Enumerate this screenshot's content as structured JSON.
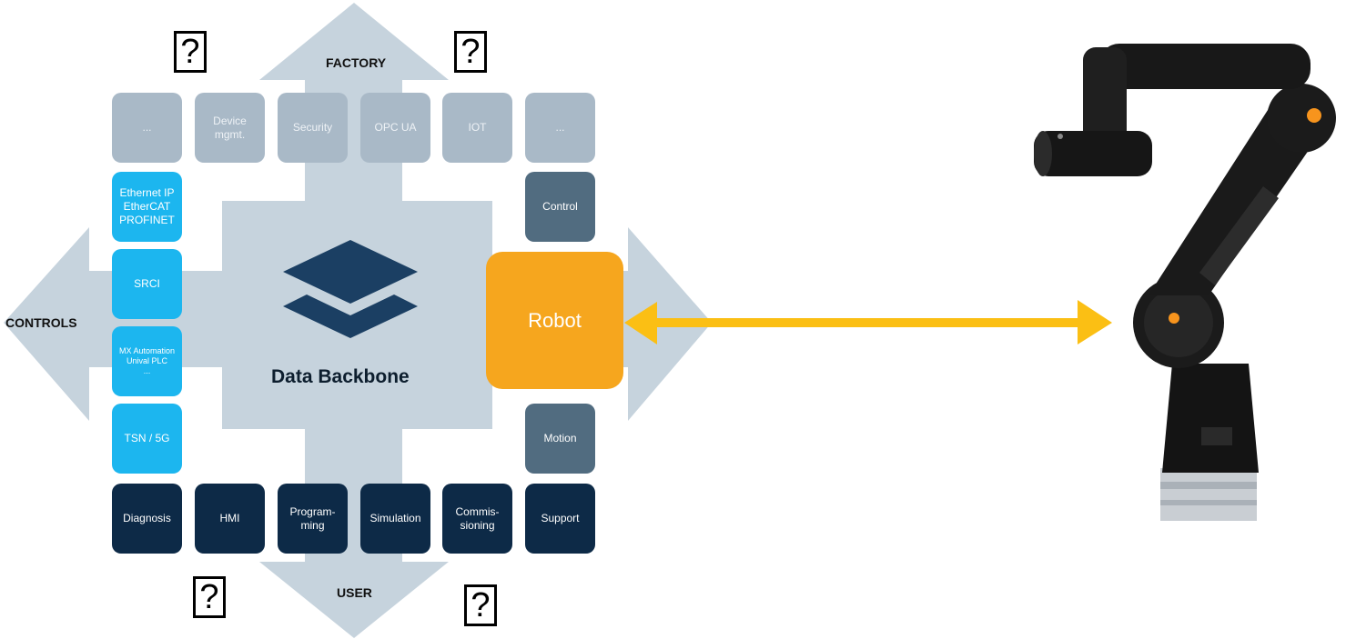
{
  "arrows": {
    "factory_label": "FACTORY",
    "controls_label": "CONTROLS",
    "user_label": "USER"
  },
  "backbone": {
    "title": "Data Backbone"
  },
  "robot": {
    "label": "Robot"
  },
  "question_marks": [
    "?",
    "?",
    "?",
    "?"
  ],
  "factory_tiles": [
    "...",
    "Device\nmgmt.",
    "Security",
    "OPC UA",
    "IOT",
    "..."
  ],
  "controls_tiles": [
    "Ethernet IP\nEtherCAT\nPROFINET",
    "SRCI",
    "MX Automation\nUnival PLC\n...",
    "TSN / 5G"
  ],
  "robot_side_tiles": [
    "Control",
    "Motion"
  ],
  "user_tiles": [
    "Diagnosis",
    "HMI",
    "Program-\nming",
    "Simulation",
    "Commis-\nsioning",
    "Support"
  ],
  "colors": {
    "arrow": "#c6d3dd",
    "factory_tile": "#a9b9c7",
    "controls_tile": "#1cb6ef",
    "robot_side_tile": "#516c80",
    "user_tile": "#0d2a47",
    "robot": "#f6a61e",
    "connector": "#fbbf14",
    "layers_icon": "#1b3f63"
  }
}
